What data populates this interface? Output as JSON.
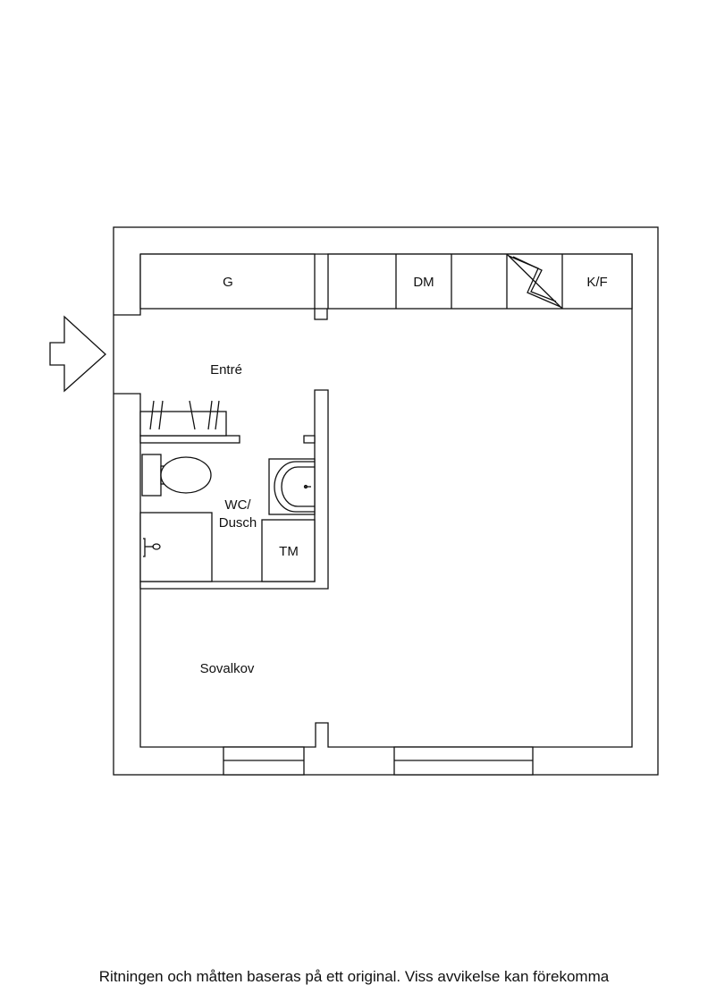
{
  "rooms": {
    "g": "G",
    "dm": "DM",
    "kf": "K/F",
    "entre": "Entré",
    "wc_line1": "WC/",
    "wc_line2": "Dusch",
    "tm": "TM",
    "sovalkov": "Sovalkov"
  },
  "caption": "Ritningen och måtten baseras på ett original. Viss avvikelse kan förekomma",
  "colors": {
    "line": "#111111",
    "wall_fill": "#ffffff"
  },
  "icons": [
    "entrance-arrow-icon",
    "stove-icon",
    "toilet-icon",
    "sink-icon",
    "shower-icon"
  ]
}
